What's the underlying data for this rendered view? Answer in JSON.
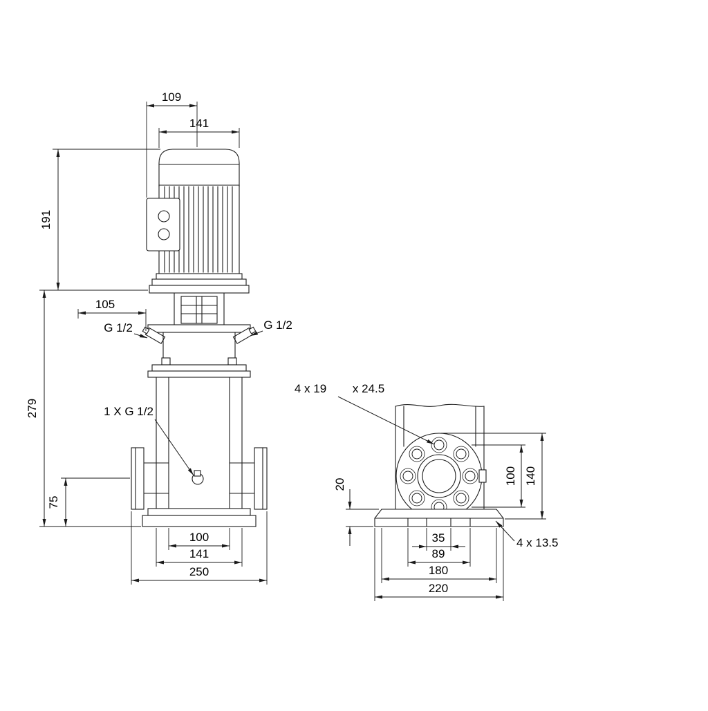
{
  "colors": {
    "background": "#ffffff",
    "line": "#1a1a1a",
    "text": "#000000"
  },
  "figure": {
    "type": "pump-dimensional-drawing",
    "front_view": {
      "dims": {
        "d109": "109",
        "d141_top": "141",
        "d191": "191",
        "d105": "105",
        "d279": "279",
        "d75": "75",
        "d100": "100",
        "d141_bottom": "141",
        "d250": "250"
      },
      "ports": {
        "left": "G 1/2",
        "right": "G 1/2",
        "drain": "1 X G 1/2"
      }
    },
    "side_view": {
      "dims": {
        "flange_holes": "4 x 19",
        "spotface": "x 24.5",
        "d20": "20",
        "d100": "100",
        "d140": "140",
        "d35": "35",
        "d89": "89",
        "d180": "180",
        "d220": "220",
        "base_holes": "4 x 13.5"
      }
    }
  }
}
